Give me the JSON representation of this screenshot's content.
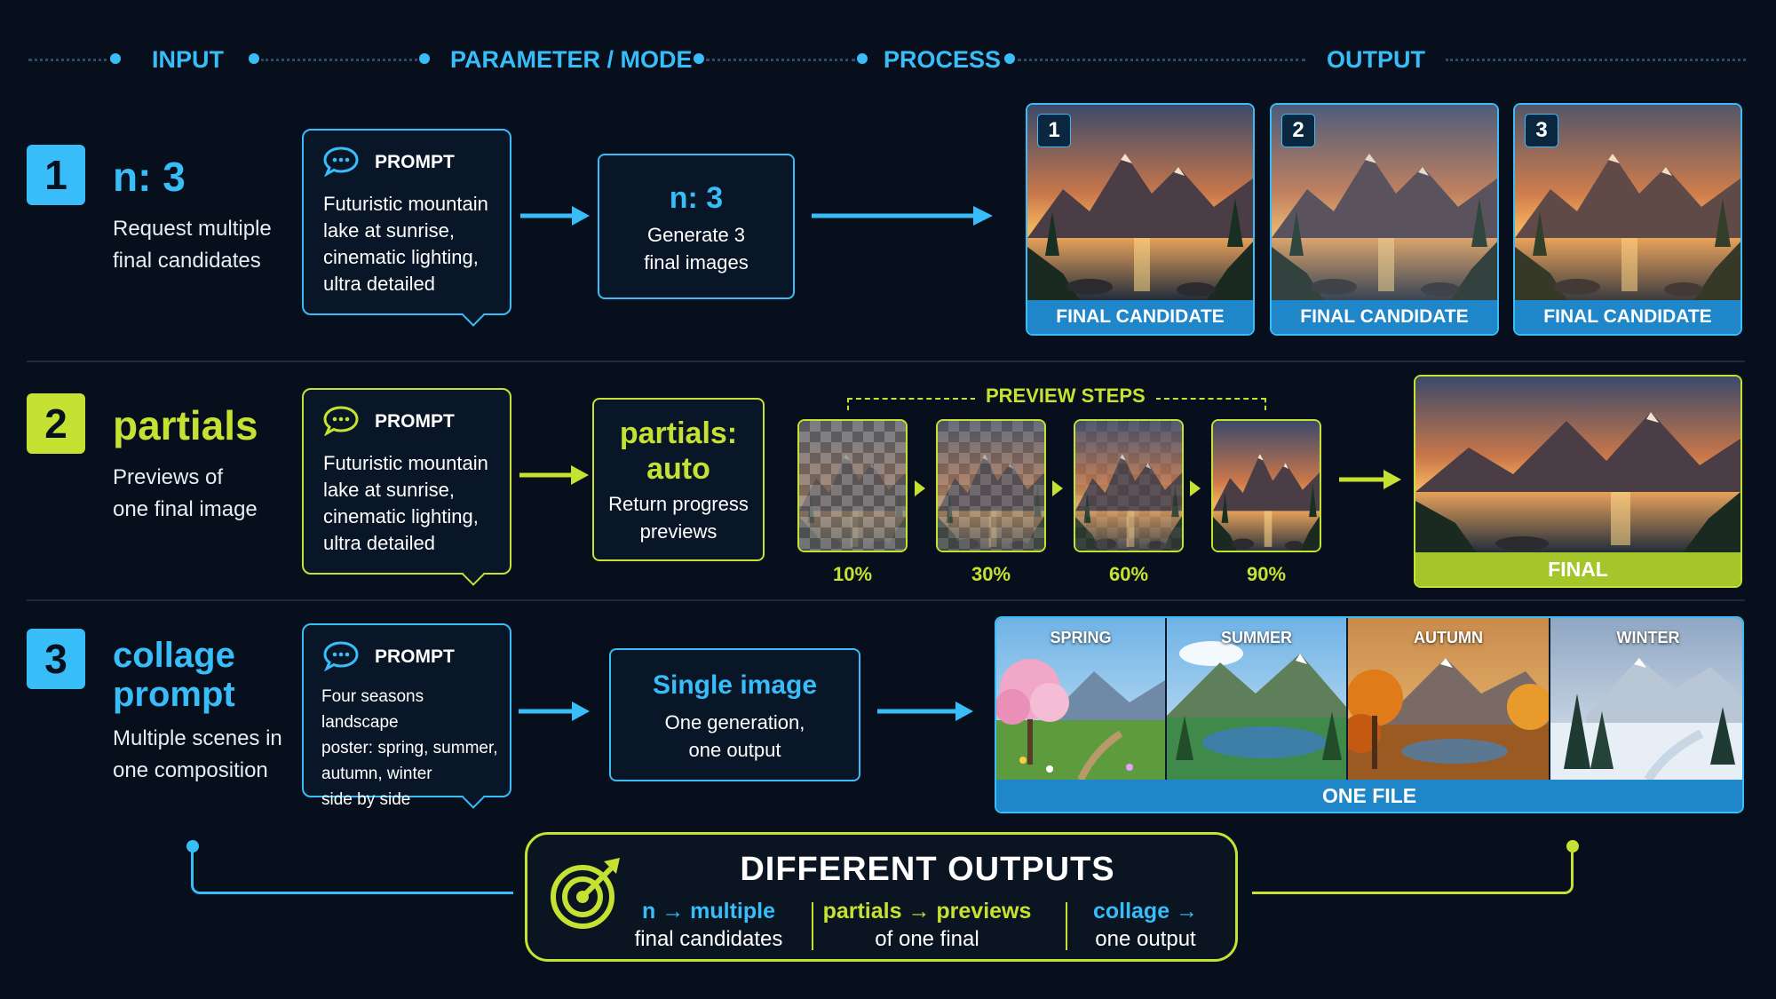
{
  "header": {
    "columns": [
      "INPUT",
      "PARAMETER / MODE",
      "PROCESS",
      "OUTPUT"
    ]
  },
  "rows": [
    {
      "number": "1",
      "title": "n: 3",
      "description": [
        "Request multiple",
        "final candidates"
      ],
      "prompt_label": "PROMPT",
      "prompt_text": [
        "Futuristic mountain",
        "lake at sunrise,",
        "cinematic lighting,",
        "ultra detailed"
      ],
      "mode_title": "n: 3",
      "mode_sub": [
        "Generate 3",
        "final images"
      ],
      "outputs": [
        {
          "number": "1",
          "label": "FINAL CANDIDATE"
        },
        {
          "number": "2",
          "label": "FINAL CANDIDATE"
        },
        {
          "number": "3",
          "label": "FINAL CANDIDATE"
        }
      ]
    },
    {
      "number": "2",
      "title": "partials",
      "description": [
        "Previews of",
        "one final image"
      ],
      "prompt_label": "PROMPT",
      "prompt_text": [
        "Futuristic mountain",
        "lake at sunrise,",
        "cinematic lighting,",
        "ultra detailed"
      ],
      "mode_title": [
        "partials:",
        "auto"
      ],
      "mode_sub": [
        "Return progress",
        "previews"
      ],
      "preview_heading": "PREVIEW STEPS",
      "previews": [
        {
          "label": "10%",
          "progress": 0.1
        },
        {
          "label": "30%",
          "progress": 0.3
        },
        {
          "label": "60%",
          "progress": 0.6
        },
        {
          "label": "90%",
          "progress": 0.9
        }
      ],
      "final_label": "FINAL"
    },
    {
      "number": "3",
      "title": [
        "collage",
        "prompt"
      ],
      "description": [
        "Multiple scenes in",
        "one composition"
      ],
      "prompt_label": "PROMPT",
      "prompt_text": [
        "Four seasons landscape",
        "poster: spring, summer,",
        "autumn, winter",
        "side by side"
      ],
      "mode_title": "Single image",
      "mode_sub": [
        "One generation,",
        "one output"
      ],
      "seasons": [
        "SPRING",
        "SUMMER",
        "AUTUMN",
        "WINTER"
      ],
      "file_label": "ONE FILE"
    }
  ],
  "summary": {
    "title": "DIFFERENT OUTPUTS",
    "items": [
      {
        "head": "n → multiple",
        "sub": "final candidates"
      },
      {
        "head": "partials → previews",
        "sub": "of one final"
      },
      {
        "head": "collage →",
        "sub": "one output"
      }
    ]
  },
  "colors": {
    "blue": "#38bdf8",
    "lime": "#c5e233",
    "background": "#070f1c"
  }
}
